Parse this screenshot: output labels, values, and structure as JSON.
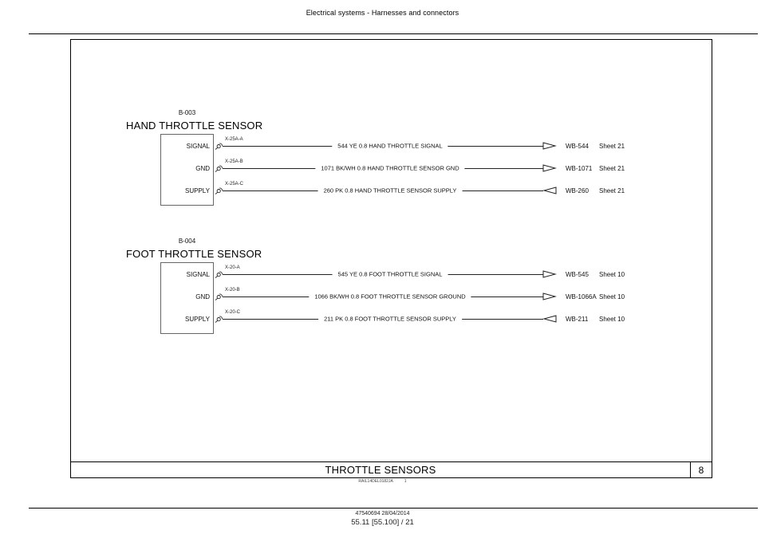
{
  "header": {
    "title": "Electrical systems - Harnesses and connectors"
  },
  "diagram": {
    "title": "THROTTLE SENSORS",
    "page_number": "8",
    "figure_code": "RAIL14DEL0182JA",
    "figure_index": "1",
    "sensors": [
      {
        "id": "B-003",
        "name": "HAND THROTTLE SENSOR",
        "rows": [
          {
            "pin": "SIGNAL",
            "connector": "X-25A-A",
            "wire": "544 YE 0.8 HAND THROTTLE SIGNAL",
            "ref": "WB-544",
            "sheet": "Sheet 21",
            "direction": "right"
          },
          {
            "pin": "GND",
            "connector": "X-25A-B",
            "wire": "1071 BK/WH 0.8 HAND THROTTLE SENSOR GND",
            "ref": "WB-1071",
            "sheet": "Sheet 21",
            "direction": "right"
          },
          {
            "pin": "SUPPLY",
            "connector": "X-25A-C",
            "wire": "260 PK 0.8 HAND THROTTLE SENSOR SUPPLY",
            "ref": "WB-260",
            "sheet": "Sheet 21",
            "direction": "left"
          }
        ]
      },
      {
        "id": "B-004",
        "name": "FOOT THROTTLE SENSOR",
        "rows": [
          {
            "pin": "SIGNAL",
            "connector": "X-20-A",
            "wire": "545 YE 0.8 FOOT THROTTLE SIGNAL",
            "ref": "WB-545",
            "sheet": "Sheet 10",
            "direction": "right"
          },
          {
            "pin": "GND",
            "connector": "X-20-B",
            "wire": "1066 BK/WH 0.8 FOOT THROTTLE SENSOR GROUND",
            "ref": "WB-1066A",
            "sheet": "Sheet 10",
            "direction": "right"
          },
          {
            "pin": "SUPPLY",
            "connector": "X-20-C",
            "wire": "211 PK 0.8 FOOT THROTTLE SENSOR SUPPLY",
            "ref": "WB-211",
            "sheet": "Sheet 10",
            "direction": "left"
          }
        ]
      }
    ]
  },
  "footer": {
    "doc_number": "47540694 28/04/2014",
    "section": "55.11 [55.100] / 21"
  },
  "colors": {
    "line": "#222222",
    "border": "#000000",
    "background": "#ffffff"
  }
}
